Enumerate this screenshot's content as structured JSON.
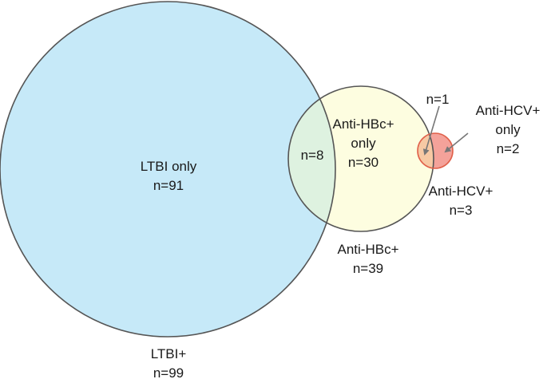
{
  "diagram": {
    "type": "venn",
    "sets": [
      {
        "id": "ltbi",
        "label_line1": "LTBI+",
        "label_line2": "n=99",
        "fill_color": "#c6e9f8",
        "stroke_color": "#555555"
      },
      {
        "id": "anti-hbc",
        "label_line1": "Anti-HBc+",
        "label_line2": "n=39",
        "fill_color": "#fdfde0",
        "stroke_color": "#555555"
      },
      {
        "id": "anti-hcv",
        "label_line1": "Anti-HCV+",
        "label_line2": "n=3",
        "fill_color": "#f4a29a",
        "stroke_color": "#e0604a"
      }
    ],
    "regions": {
      "ltbi_only": {
        "line1": "LTBI only",
        "line2": "n=91"
      },
      "ltbi_and_hbc": {
        "line1": "n=8"
      },
      "hbc_only": {
        "line1": "Anti-HBc+",
        "line2": "only",
        "line3": "n=30"
      },
      "hbc_and_hcv": {
        "line1": "n=1"
      },
      "hcv_only": {
        "line1": "Anti-HCV+",
        "line2": "only",
        "line3": "n=2"
      }
    },
    "colors": {
      "ltbi_hbc_overlap": "#def2e0",
      "hbc_hcv_overlap": "#f7c9a4",
      "arrow": "#777777"
    }
  }
}
